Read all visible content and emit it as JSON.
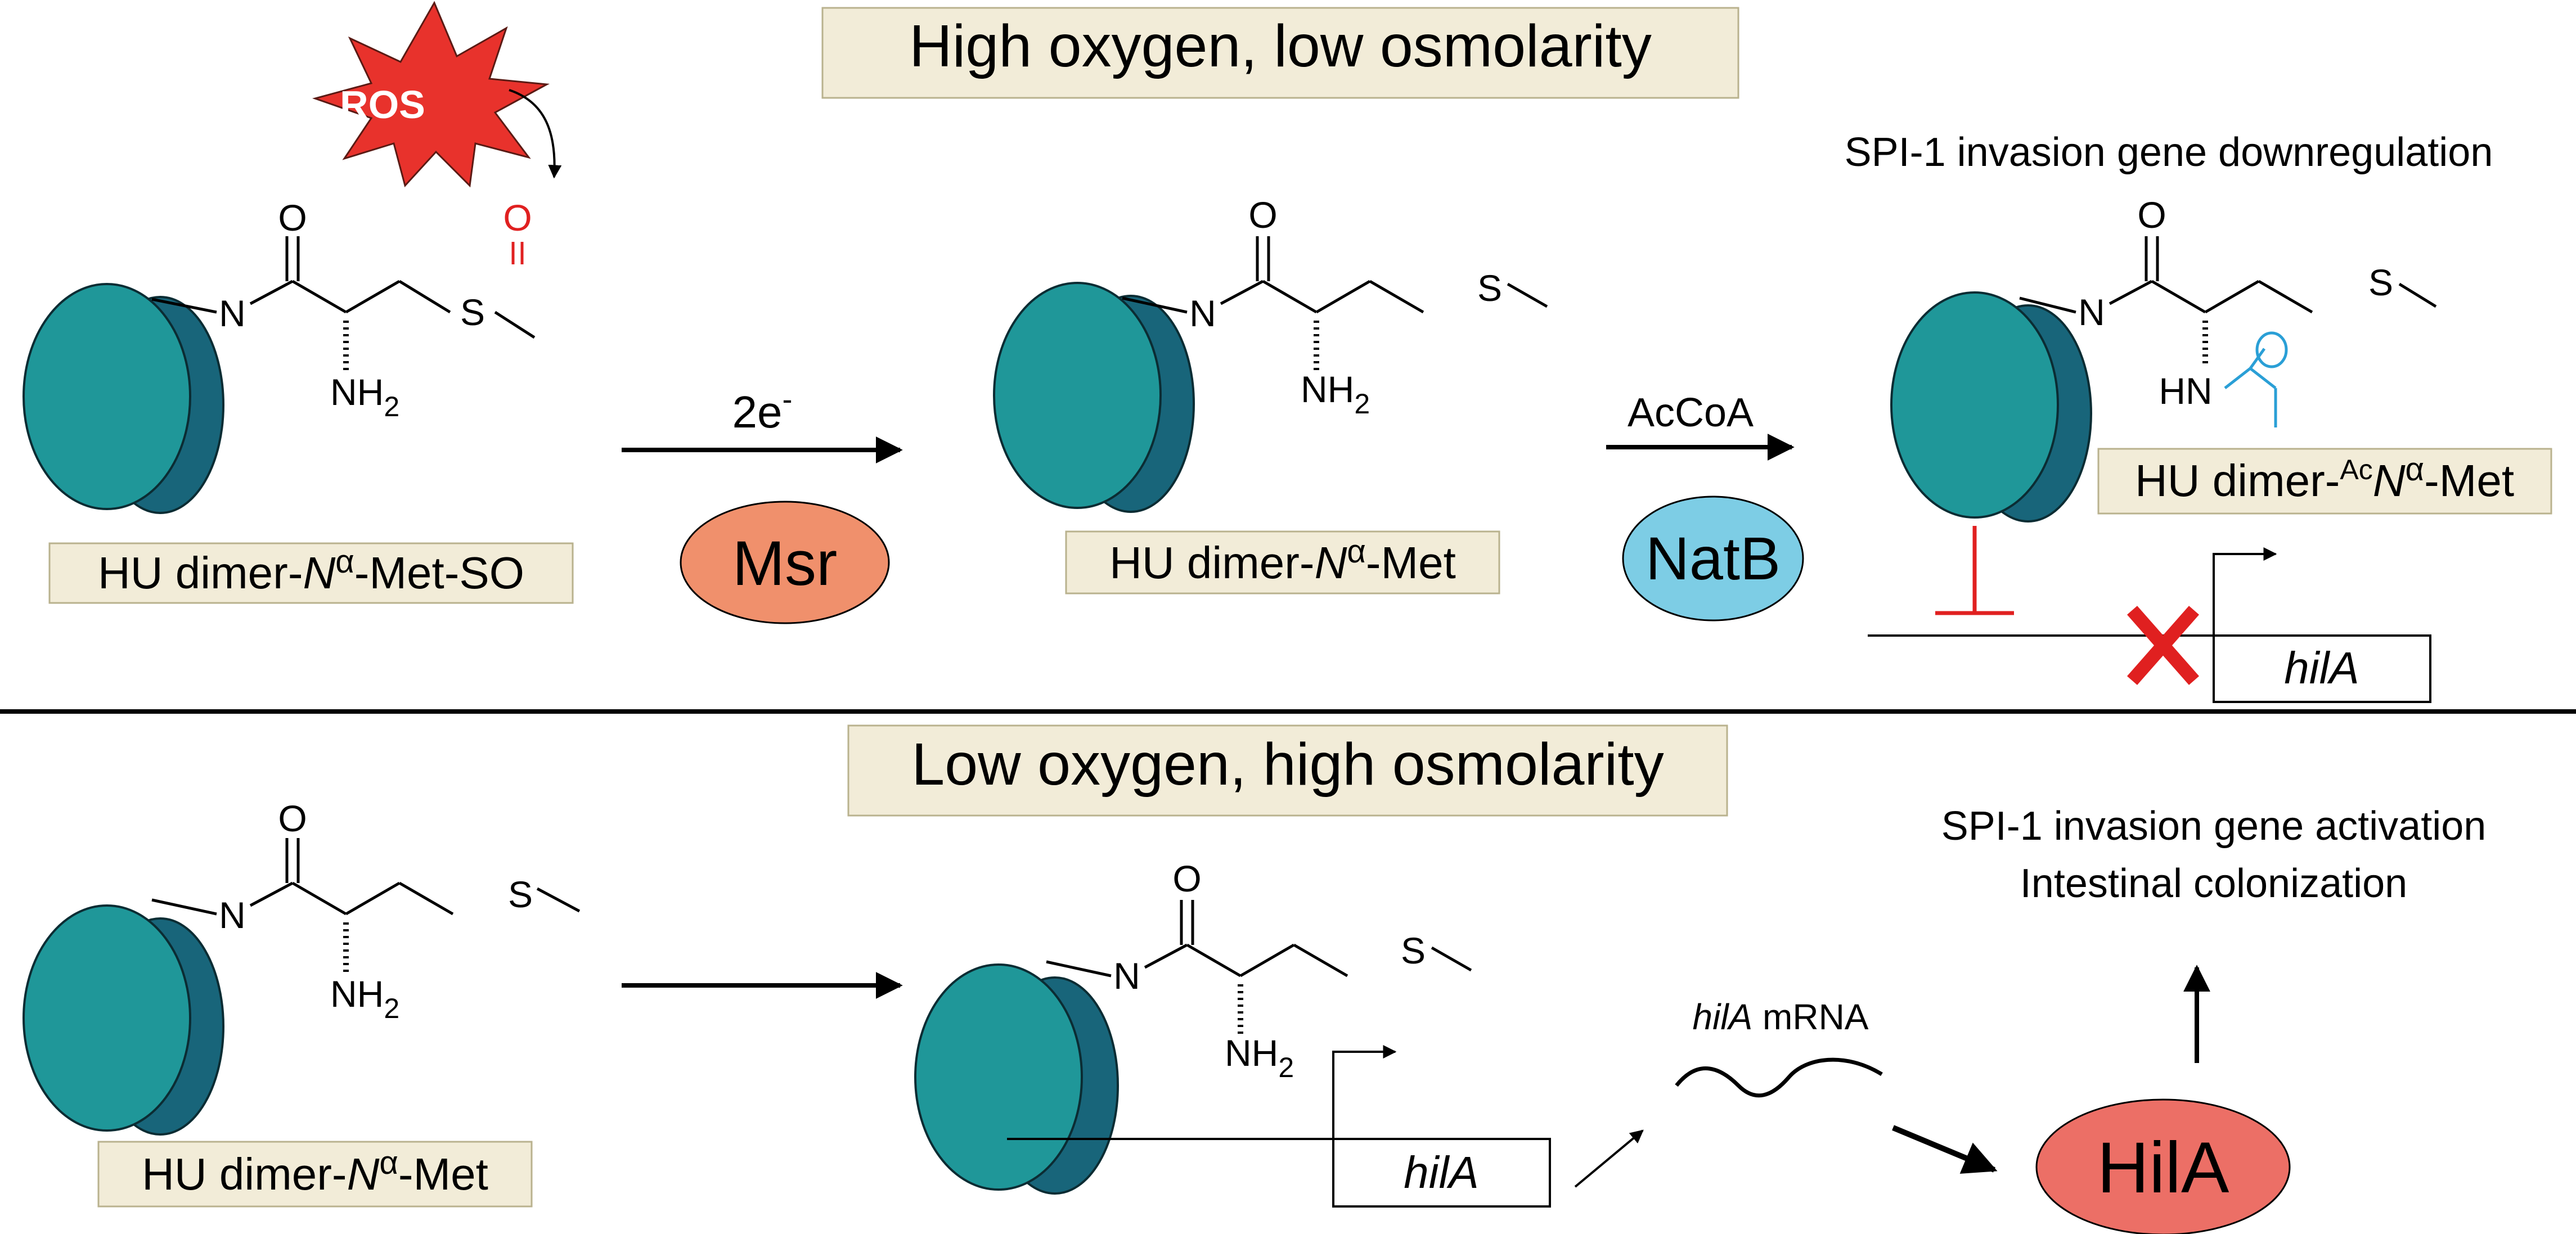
{
  "colors": {
    "protein_light": "#1f9799",
    "protein_dark": "#18657a",
    "label_box": "#f2ecd8",
    "ros": "#e8322c",
    "msr": "#f0906c",
    "natb": "#7dcde5",
    "hila_protein": "#ec6f66",
    "oxygen_red": "#e02020",
    "acetyl_blue": "#2a9fd6",
    "inhibit_red": "#e02020"
  },
  "top": {
    "title": "High oxygen, low osmolarity",
    "ros": "ROS",
    "step1": {
      "label_prefix": "HU dimer-",
      "label_italic": "N",
      "label_greek": "α",
      "label_suffix": "-Met-SO"
    },
    "arrow1": {
      "electrons": "2e",
      "electrons_sup": "-",
      "enzyme": "Msr"
    },
    "step2": {
      "label_prefix": "HU dimer-",
      "label_italic": "N",
      "label_greek": "α",
      "label_suffix": "-Met"
    },
    "arrow2": {
      "cofactor": "AcCoA",
      "enzyme": "NatB"
    },
    "outcome": "SPI-1 invasion gene downregulation",
    "step3": {
      "label_prefix": "HU dimer-",
      "label_sup": "Ac",
      "label_italic": "N",
      "label_greek": "α",
      "label_suffix": "-Met"
    },
    "gene": "hilA"
  },
  "bottom": {
    "title": "Low oxygen, high osmolarity",
    "step1": {
      "label_prefix": "HU dimer-",
      "label_italic": "N",
      "label_greek": "α",
      "label_suffix": "-Met"
    },
    "gene": "hilA",
    "mrna_italic": "hilA",
    "mrna_suffix": " mRNA",
    "protein": "HilA",
    "outcome_line1": "SPI-1 invasion gene activation",
    "outcome_line2": "Intestinal colonization"
  },
  "chem": {
    "O": "O",
    "N": "N",
    "S": "S",
    "NH": "NH",
    "NH_sub": "2",
    "HN": "HN"
  }
}
